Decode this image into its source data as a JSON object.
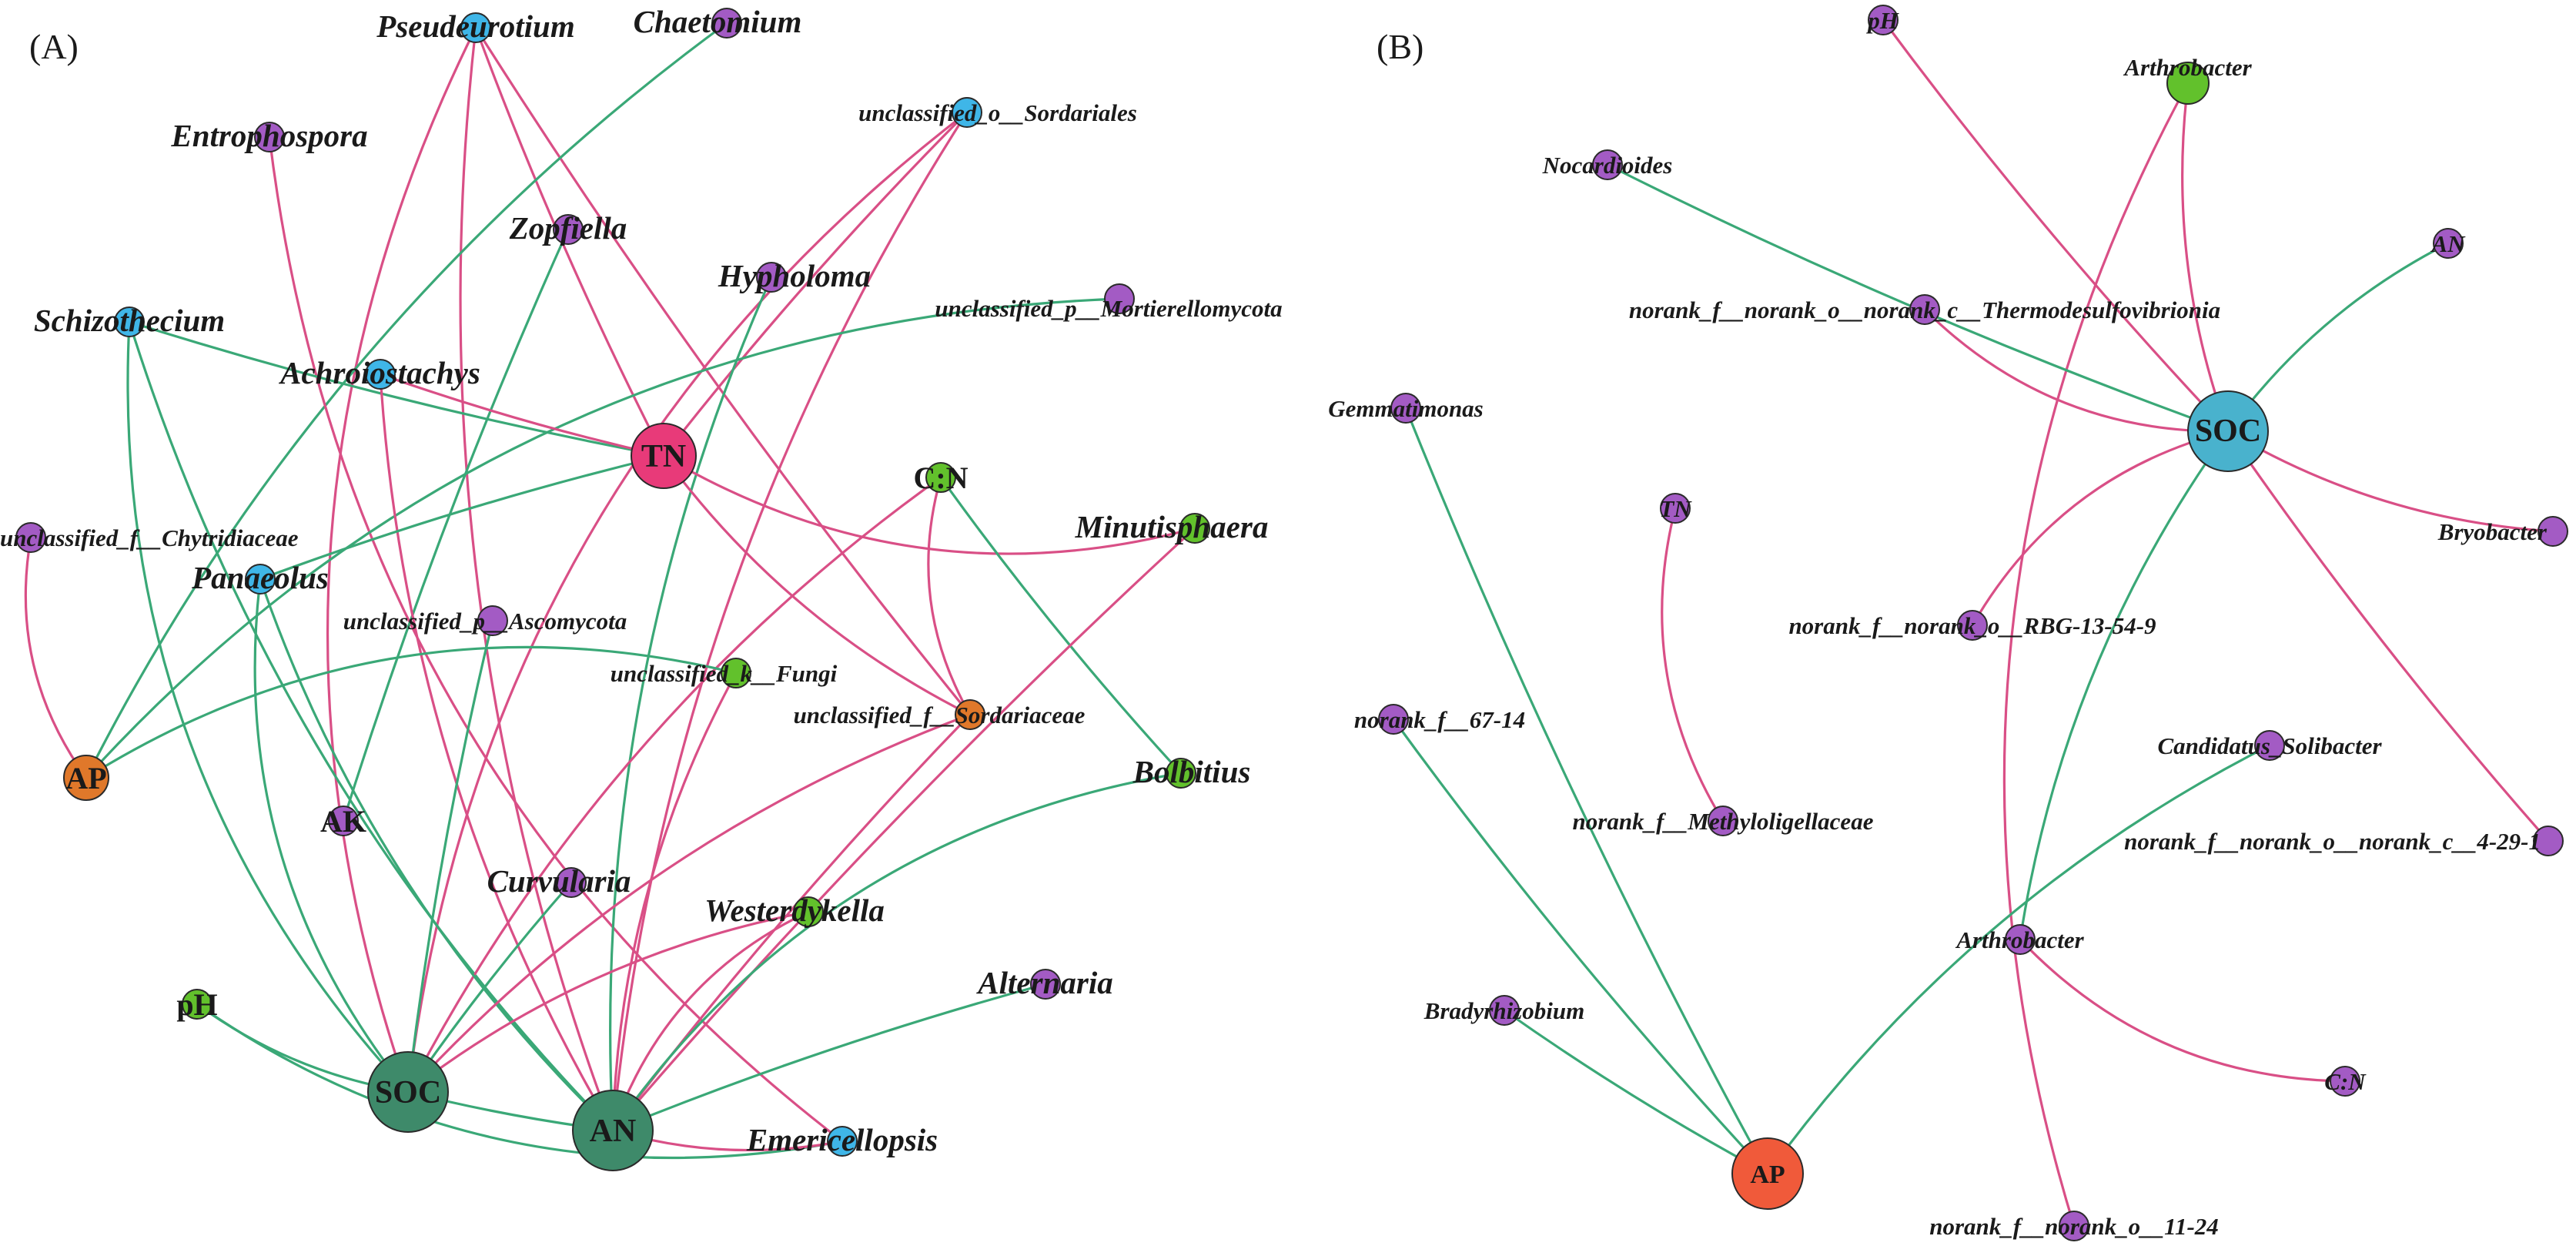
{
  "colors": {
    "negative_edge": "#d94f86",
    "positive_edge": "#3aa877",
    "purple": "#a35bc4",
    "cyan": "#3fb6e8",
    "green": "#62c12c",
    "orange": "#e0782a",
    "pink": "#e83a79",
    "dark_green": "#3e8a6a",
    "teal": "#49b2cd",
    "red_orange": "#f05a3a"
  },
  "panels": [
    {
      "label": "(A)",
      "nodes": [
        {
          "id": "pseudeurotium",
          "label": "Pseudeurotium",
          "color": "cyan",
          "size": "s",
          "text": "big"
        },
        {
          "id": "chaetomium",
          "label": "Chaetomium",
          "color": "purple",
          "size": "s",
          "text": "big"
        },
        {
          "id": "entrophospora",
          "label": "Entrophospora",
          "color": "purple",
          "size": "s",
          "text": "big"
        },
        {
          "id": "sordariales",
          "label": "unclassified_o__Sordariales",
          "color": "cyan",
          "size": "s",
          "text": "small"
        },
        {
          "id": "zopfiella",
          "label": "Zopfiella",
          "color": "purple",
          "size": "s",
          "text": "big"
        },
        {
          "id": "hypholoma",
          "label": "Hypholoma",
          "color": "purple",
          "size": "s",
          "text": "big"
        },
        {
          "id": "mortierellomycota",
          "label": "unclassified_p__Mortierellomycota",
          "color": "purple",
          "size": "s",
          "text": "small"
        },
        {
          "id": "schizothecium",
          "label": "Schizothecium",
          "color": "cyan",
          "size": "s",
          "text": "big"
        },
        {
          "id": "achroiostachys",
          "label": "Achroiostachys",
          "color": "cyan",
          "size": "s",
          "text": "big"
        },
        {
          "id": "tn",
          "label": "TN",
          "color": "pink",
          "size": "l",
          "text": "node"
        },
        {
          "id": "cn",
          "label": "C:N",
          "color": "green",
          "size": "s",
          "text": "node"
        },
        {
          "id": "chytridiaceae",
          "label": "unclassified_f__Chytridiaceae",
          "color": "purple",
          "size": "s",
          "text": "small"
        },
        {
          "id": "minutisphaera",
          "label": "Minutisphaera",
          "color": "green",
          "size": "s",
          "text": "big"
        },
        {
          "id": "panaeolus",
          "label": "Panaeolus",
          "color": "cyan",
          "size": "s",
          "text": "big"
        },
        {
          "id": "ascomycota",
          "label": "unclassified_p__Ascomycota",
          "color": "purple",
          "size": "s",
          "text": "small"
        },
        {
          "id": "fungi",
          "label": "unclassified_k__Fungi",
          "color": "green",
          "size": "s",
          "text": "small"
        },
        {
          "id": "sordariaceae",
          "label": "unclassified_f__Sordariaceae",
          "color": "orange",
          "size": "s",
          "text": "small"
        },
        {
          "id": "ap",
          "label": "AP",
          "color": "orange",
          "size": "m",
          "text": "node"
        },
        {
          "id": "ak",
          "label": "AK",
          "color": "purple",
          "size": "s",
          "text": "node"
        },
        {
          "id": "bolbitius",
          "label": "Bolbitius",
          "color": "green",
          "size": "s",
          "text": "big"
        },
        {
          "id": "curvularia",
          "label": "Curvularia",
          "color": "purple",
          "size": "s",
          "text": "big"
        },
        {
          "id": "westerdykella",
          "label": "Westerdykella",
          "color": "green",
          "size": "s",
          "text": "big"
        },
        {
          "id": "alternaria",
          "label": "Alternaria",
          "color": "purple",
          "size": "s",
          "text": "big"
        },
        {
          "id": "ph",
          "label": "pH",
          "color": "green",
          "size": "s",
          "text": "node"
        },
        {
          "id": "soc",
          "label": "SOC",
          "color": "dark_green",
          "size": "xl",
          "text": "node"
        },
        {
          "id": "an",
          "label": "AN",
          "color": "dark_green",
          "size": "xl",
          "text": "node"
        },
        {
          "id": "emericellopsis",
          "label": "Emericellopsis",
          "color": "cyan",
          "size": "s",
          "text": "big"
        }
      ],
      "edges": [
        {
          "from": "pseudeurotium",
          "to": "tn",
          "sign": "negative"
        },
        {
          "from": "pseudeurotium",
          "to": "an",
          "sign": "negative"
        },
        {
          "from": "pseudeurotium",
          "to": "soc",
          "sign": "negative"
        },
        {
          "from": "pseudeurotium",
          "to": "sordariaceae",
          "sign": "negative"
        },
        {
          "from": "chaetomium",
          "to": "ap",
          "sign": "positive"
        },
        {
          "from": "entrophospora",
          "to": "emericellopsis",
          "sign": "negative"
        },
        {
          "from": "sordariales",
          "to": "tn",
          "sign": "negative"
        },
        {
          "from": "sordariales",
          "to": "an",
          "sign": "negative"
        },
        {
          "from": "sordariales",
          "to": "soc",
          "sign": "negative"
        },
        {
          "from": "zopfiella",
          "to": "ak",
          "sign": "positive"
        },
        {
          "from": "hypholoma",
          "to": "an",
          "sign": "positive"
        },
        {
          "from": "mortierellomycota",
          "to": "ap",
          "sign": "positive"
        },
        {
          "from": "schizothecium",
          "to": "tn",
          "sign": "positive"
        },
        {
          "from": "schizothecium",
          "to": "an",
          "sign": "positive"
        },
        {
          "from": "schizothecium",
          "to": "soc",
          "sign": "positive"
        },
        {
          "from": "achroiostachys",
          "to": "tn",
          "sign": "negative"
        },
        {
          "from": "achroiostachys",
          "to": "an",
          "sign": "negative"
        },
        {
          "from": "tn",
          "to": "minutisphaera",
          "sign": "negative"
        },
        {
          "from": "tn",
          "to": "panaeolus",
          "sign": "positive"
        },
        {
          "from": "tn",
          "to": "sordariaceae",
          "sign": "negative"
        },
        {
          "from": "cn",
          "to": "sordariaceae",
          "sign": "negative"
        },
        {
          "from": "cn",
          "to": "bolbitius",
          "sign": "positive"
        },
        {
          "from": "cn",
          "to": "soc",
          "sign": "negative"
        },
        {
          "from": "chytridiaceae",
          "to": "ap",
          "sign": "negative"
        },
        {
          "from": "minutisphaera",
          "to": "an",
          "sign": "negative"
        },
        {
          "from": "panaeolus",
          "to": "an",
          "sign": "positive"
        },
        {
          "from": "panaeolus",
          "to": "soc",
          "sign": "positive"
        },
        {
          "from": "ascomycota",
          "to": "soc",
          "sign": "positive"
        },
        {
          "from": "fungi",
          "to": "an",
          "sign": "negative"
        },
        {
          "from": "fungi",
          "to": "ap",
          "sign": "positive"
        },
        {
          "from": "sordariaceae",
          "to": "an",
          "sign": "negative"
        },
        {
          "from": "sordariaceae",
          "to": "soc",
          "sign": "negative"
        },
        {
          "from": "bolbitius",
          "to": "an",
          "sign": "positive"
        },
        {
          "from": "curvularia",
          "to": "soc",
          "sign": "positive"
        },
        {
          "from": "westerdykella",
          "to": "soc",
          "sign": "negative"
        },
        {
          "from": "westerdykella",
          "to": "an",
          "sign": "negative"
        },
        {
          "from": "alternaria",
          "to": "an",
          "sign": "positive"
        },
        {
          "from": "ph",
          "to": "soc",
          "sign": "positive"
        },
        {
          "from": "ph",
          "to": "emericellopsis",
          "sign": "positive"
        },
        {
          "from": "soc",
          "to": "an",
          "sign": "positive"
        },
        {
          "from": "an",
          "to": "emericellopsis",
          "sign": "negative"
        }
      ]
    },
    {
      "label": "(B)",
      "nodes": [
        {
          "id": "b_ph",
          "label": "pH",
          "color": "purple",
          "size": "s",
          "text": "small"
        },
        {
          "id": "b_arthro1",
          "label": "Arthrobacter",
          "color": "green",
          "size": "m2",
          "text": "small"
        },
        {
          "id": "b_nocardioides",
          "label": "Nocardioides",
          "color": "purple",
          "size": "s",
          "text": "small"
        },
        {
          "id": "b_an",
          "label": "AN",
          "color": "purple",
          "size": "s",
          "text": "small"
        },
        {
          "id": "b_thermo",
          "label": "norank_f__norank_o__norank_c__Thermodesulfovibrionia",
          "color": "purple",
          "size": "s",
          "text": "small"
        },
        {
          "id": "b_gemmatimonas",
          "label": "Gemmatimonas",
          "color": "purple",
          "size": "s",
          "text": "small"
        },
        {
          "id": "b_soc",
          "label": "SOC",
          "color": "teal",
          "size": "xl",
          "text": "node"
        },
        {
          "id": "b_tn",
          "label": "TN",
          "color": "purple",
          "size": "s",
          "text": "small"
        },
        {
          "id": "b_bryobacter",
          "label": "Bryobacter",
          "color": "purple",
          "size": "s",
          "text": "small"
        },
        {
          "id": "b_rbg",
          "label": "norank_f__norank_o__RBG-13-54-9",
          "color": "purple",
          "size": "s",
          "text": "small"
        },
        {
          "id": "b_6714",
          "label": "norank_f__67-14",
          "color": "purple",
          "size": "s",
          "text": "small"
        },
        {
          "id": "b_solibacter",
          "label": "Candidatus_Solibacter",
          "color": "purple",
          "size": "s",
          "text": "small"
        },
        {
          "id": "b_methylo",
          "label": "norank_f__Methyloligellaceae",
          "color": "purple",
          "size": "s",
          "text": "small"
        },
        {
          "id": "b_4291",
          "label": "norank_f__norank_o__norank_c__4-29-1",
          "color": "purple",
          "size": "s",
          "text": "small"
        },
        {
          "id": "b_arthro2",
          "label": "Arthrobacter",
          "color": "purple",
          "size": "s",
          "text": "small"
        },
        {
          "id": "b_bradyrhizobium",
          "label": "Bradyrhizobium",
          "color": "purple",
          "size": "s",
          "text": "small"
        },
        {
          "id": "b_cn",
          "label": "C:N",
          "color": "purple",
          "size": "s",
          "text": "small"
        },
        {
          "id": "b_ap",
          "label": "AP",
          "color": "red_orange",
          "size": "l2",
          "text": "node"
        },
        {
          "id": "b_1124",
          "label": "norank_f__norank_o__11-24",
          "color": "purple",
          "size": "s",
          "text": "small"
        }
      ],
      "edges": [
        {
          "from": "b_ph",
          "to": "b_soc",
          "sign": "negative"
        },
        {
          "from": "b_arthro1",
          "to": "b_soc",
          "sign": "negative"
        },
        {
          "from": "b_arthro1",
          "to": "b_1124",
          "sign": "negative"
        },
        {
          "from": "b_nocardioides",
          "to": "b_soc",
          "sign": "positive"
        },
        {
          "from": "b_an",
          "to": "b_soc",
          "sign": "positive"
        },
        {
          "from": "b_thermo",
          "to": "b_soc",
          "sign": "negative"
        },
        {
          "from": "b_gemmatimonas",
          "to": "b_ap",
          "sign": "positive"
        },
        {
          "from": "b_soc",
          "to": "b_bryobacter",
          "sign": "negative"
        },
        {
          "from": "b_soc",
          "to": "b_rbg",
          "sign": "negative"
        },
        {
          "from": "b_soc",
          "to": "b_4291",
          "sign": "negative"
        },
        {
          "from": "b_soc",
          "to": "b_arthro2",
          "sign": "positive"
        },
        {
          "from": "b_tn",
          "to": "b_methylo",
          "sign": "negative"
        },
        {
          "from": "b_6714",
          "to": "b_ap",
          "sign": "positive"
        },
        {
          "from": "b_solibacter",
          "to": "b_ap",
          "sign": "positive"
        },
        {
          "from": "b_arthro2",
          "to": "b_cn",
          "sign": "negative"
        },
        {
          "from": "b_bradyrhizobium",
          "to": "b_ap",
          "sign": "positive"
        }
      ]
    }
  ]
}
